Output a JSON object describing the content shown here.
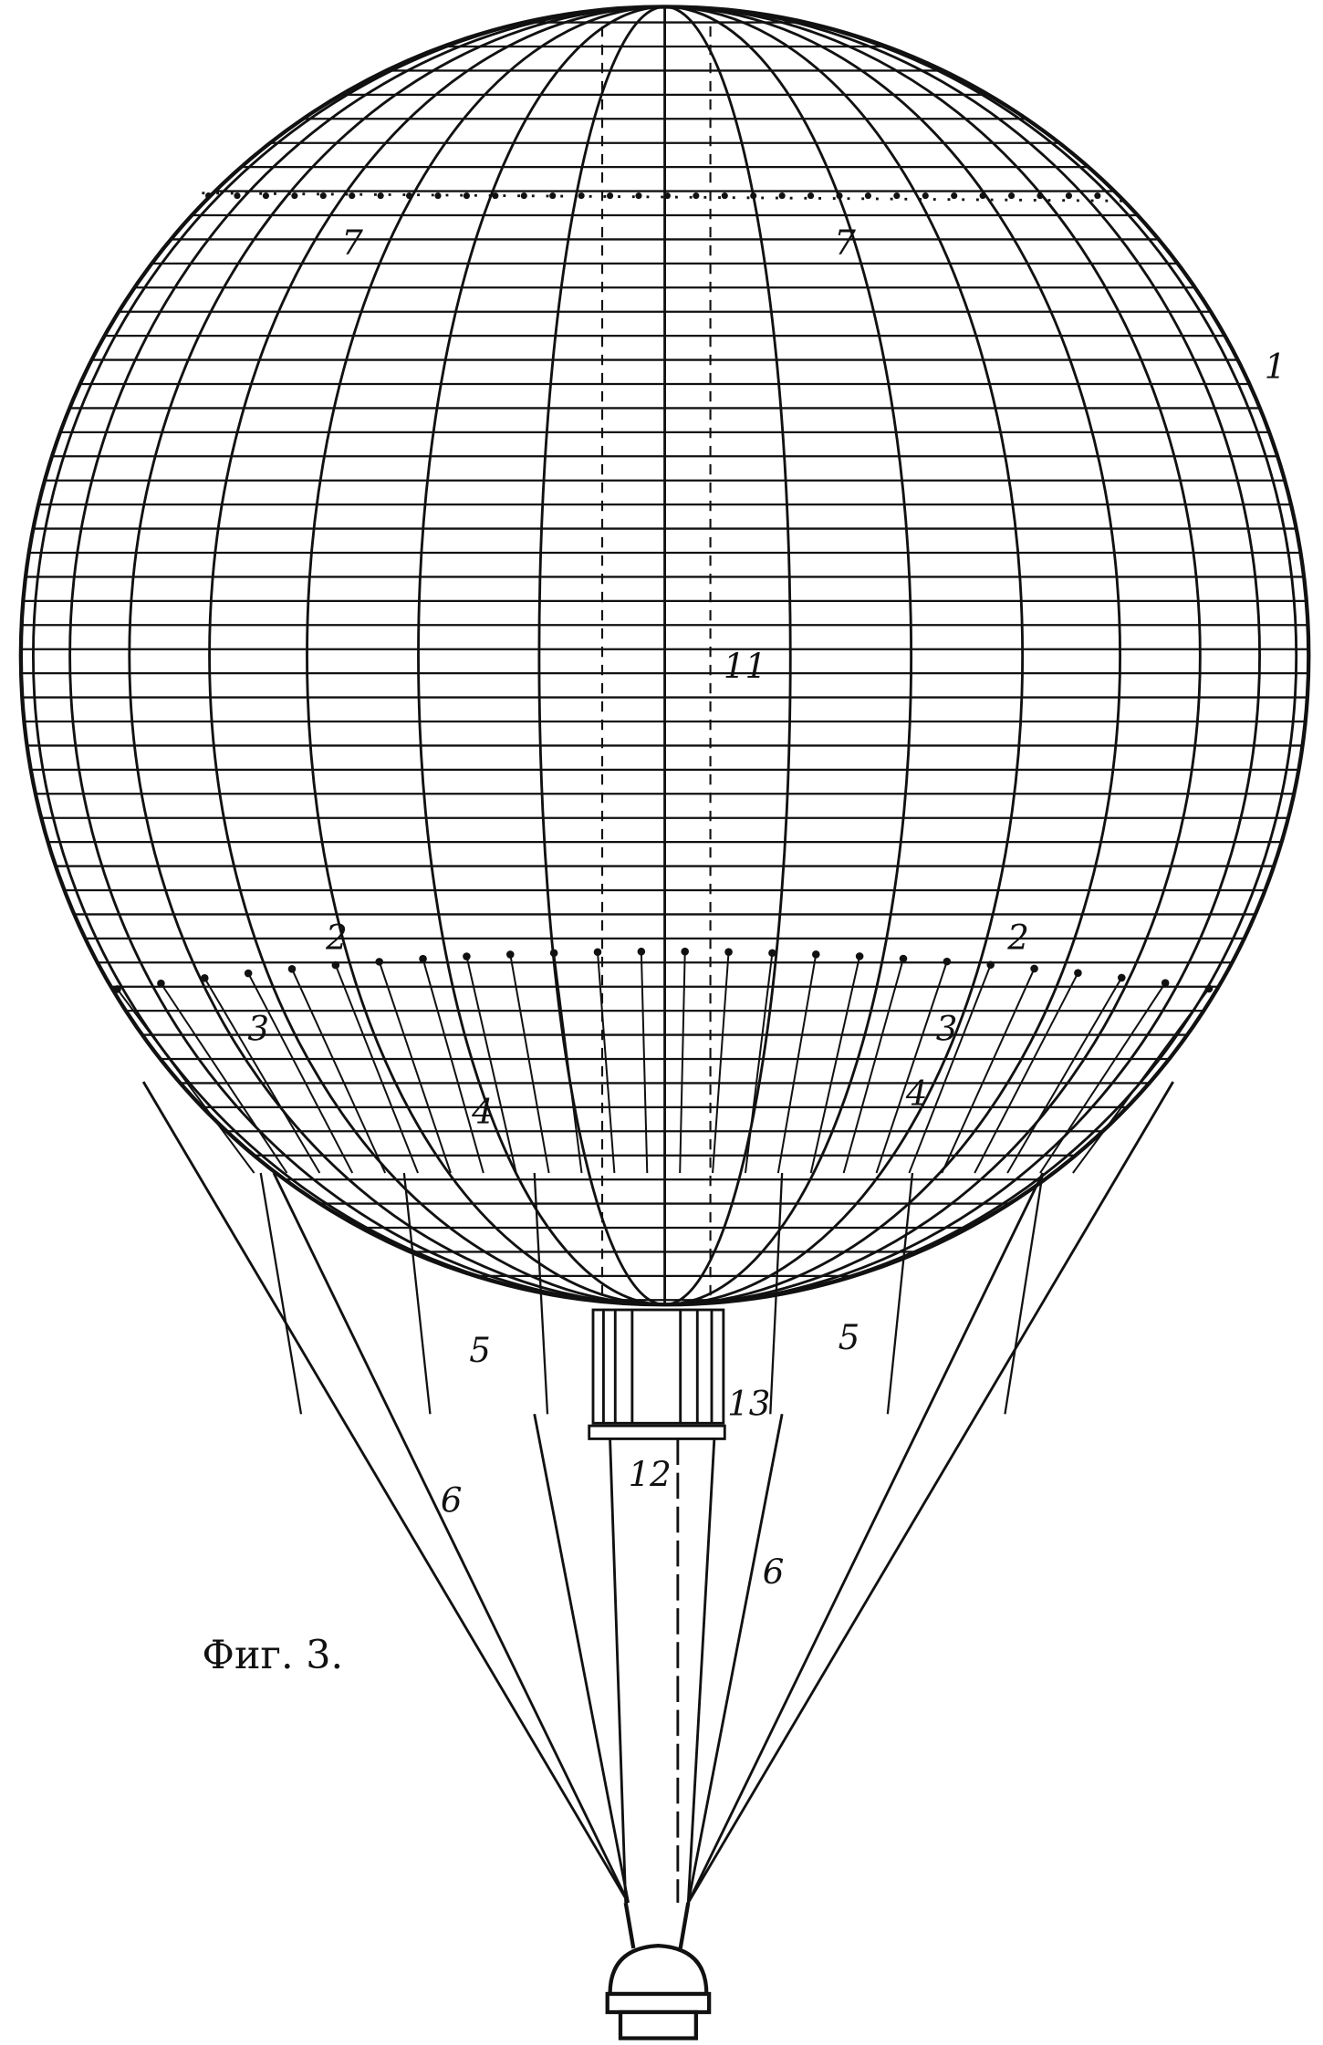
{
  "figure": {
    "caption": "Фиг. 3.",
    "labels": {
      "envelope": "1",
      "rope_left": "2",
      "rope_right": "2",
      "line3_left": "3",
      "line3_right": "3",
      "line4_left": "4",
      "line4_right": "4",
      "line5_left": "5",
      "line5_right": "5",
      "line6_left": "6",
      "line6_right": "6",
      "seam_left": "7",
      "seam_right": "7",
      "axis": "11",
      "ring": "12",
      "appendix": "13"
    },
    "ink_color": "#111111"
  }
}
